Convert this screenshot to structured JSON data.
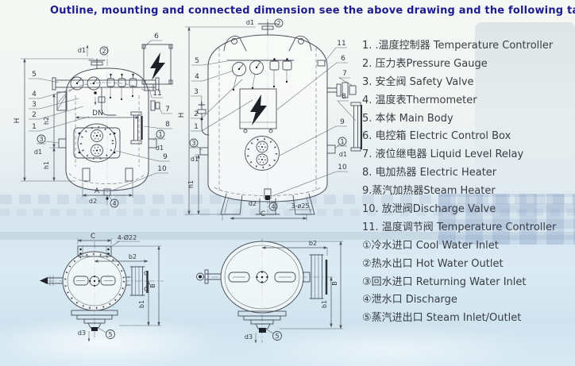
{
  "title": "Outline, mounting and connected dimension see the above drawing and the following table",
  "legend": {
    "items": [
      "1. .温度控制器 Temperature Controller",
      "2. 压力表Pressure Gauge",
      "3. 安全阀 Safety Valve",
      "4. 温度表Thermometer",
      "5. 本体 Main Body",
      "6. 电控箱 Electric Control Box",
      "7. 液位继电器 Liquid Level Relay",
      "8. 电加热器 Electric Heater",
      "9.蒸汽加热器Steam Heater",
      "10. 放泄阀Discharge Valve",
      "11. 温度调节阀 Temperature Controller",
      "①冷水进口 Cool Water Inlet",
      "②热水出口 Hot Water Outlet",
      "③回水进口 Returning Water Inlet",
      "④泄水口 Discharge",
      "⑤蒸汽进出口 Steam Inlet/Outlet"
    ]
  },
  "labels": {
    "H": "H",
    "DN": "DN",
    "A": "A",
    "C": "C",
    "B": "B",
    "b1": "b1",
    "b2": "b2",
    "h1": "h1",
    "h2": "h2",
    "d1": "d1",
    "d2": "d2",
    "d3": "d3",
    "n1": "1",
    "n2": "2",
    "n3": "3",
    "n4": "4",
    "n5": "5",
    "n6": "6",
    "n7": "7",
    "n8": "8",
    "n9": "9",
    "n10": "10",
    "n11": "11",
    "p1": "1",
    "p2": "2",
    "p3": "3",
    "p4": "4",
    "p5": "5",
    "bolts4": "4-Ø22",
    "bolts3": "3-ø25"
  },
  "colors": {
    "title": "#1c1d8e",
    "line": "#4b525c",
    "text": "#333942",
    "dark": "#1d2127"
  }
}
